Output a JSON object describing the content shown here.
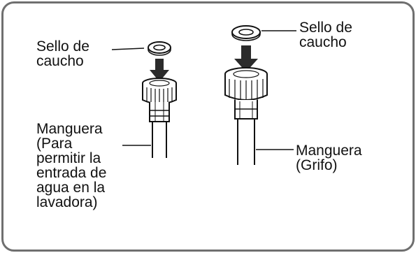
{
  "colors": {
    "border": "#6f6f6f",
    "ink": "#111111",
    "arrow": "#2b2b2b",
    "background": "#ffffff"
  },
  "labels": {
    "seal_left": "Sello de\ncaucho",
    "seal_right": "Sello de\ncaucho",
    "hose_left": "Manguera\n(Para\npermitir la\nentrada de\nagua en la\nlavadora)",
    "hose_right": "Manguera\n(Grifo)"
  },
  "icons": {
    "seal_left": "rubber-seal-icon",
    "seal_right": "rubber-seal-icon",
    "arrow_left": "down-arrow-icon",
    "arrow_right": "down-arrow-icon",
    "hose_left": "washer-inlet-hose-icon",
    "hose_right": "faucet-hose-icon"
  }
}
